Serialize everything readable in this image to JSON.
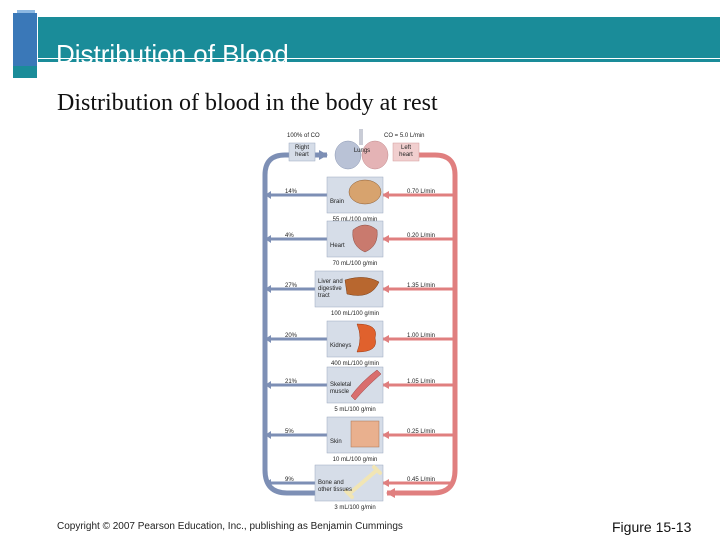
{
  "slide": {
    "title": "Distribution of Blood",
    "subtitle": "Distribution of blood in the body at rest",
    "copyright": "Copyright © 2007 Pearson Education, Inc., publishing as Benjamin Cummings",
    "figure_label": "Figure 15-13"
  },
  "diagram": {
    "top_left": "100% of CO",
    "top_right": "CO = 5.0 L/min",
    "right_heart": [
      "Right",
      "heart"
    ],
    "lungs": "Lungs",
    "left_heart": [
      "Left",
      "heart"
    ],
    "organs": [
      {
        "name": [
          "Brain"
        ],
        "percent": "14%",
        "flow": "0.70 L/min",
        "perfusion": "55 mL/100 g/min"
      },
      {
        "name": [
          "Heart"
        ],
        "percent": "4%",
        "flow": "0.20 L/min",
        "perfusion": "70 mL/100 g/min"
      },
      {
        "name": [
          "Liver and",
          "digestive",
          "tract"
        ],
        "percent": "27%",
        "flow": "1.35 L/min",
        "perfusion": "100 mL/100 g/min"
      },
      {
        "name": [
          "Kidneys"
        ],
        "percent": "20%",
        "flow": "1.00 L/min",
        "perfusion": "400 mL/100 g/min"
      },
      {
        "name": [
          "Skeletal",
          "muscle"
        ],
        "percent": "21%",
        "flow": "1.05 L/min",
        "perfusion": "5 mL/100 g/min"
      },
      {
        "name": [
          "Skin"
        ],
        "percent": "5%",
        "flow": "0.25 L/min",
        "perfusion": "10 mL/100 g/min"
      },
      {
        "name": [
          "Bone and",
          "other tissues"
        ],
        "percent": "9%",
        "flow": "0.45 L/min",
        "perfusion": "3 mL/100 g/min"
      }
    ],
    "colors": {
      "venous": "#7d8fb5",
      "arterial": "#e07f7f",
      "organ_box": "#d6dde8",
      "brain": "#d7a36e",
      "heart": "#c97a6e",
      "liver": "#b8672f",
      "kidneys": "#e0612d",
      "muscle": "#d96e6e",
      "skin": "#e9b08e",
      "bone": "#f1e5b4"
    }
  }
}
